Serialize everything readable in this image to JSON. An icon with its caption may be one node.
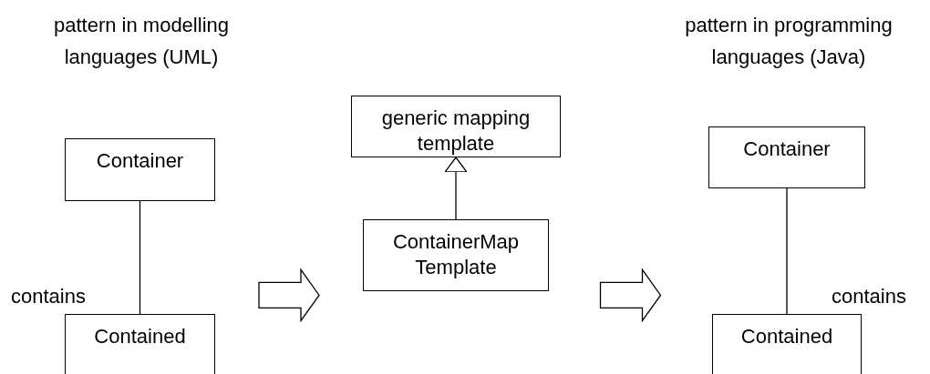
{
  "diagram": {
    "nodes": [
      {
        "text": [
          "Container"
        ]
      },
      {
        "text": [
          "Contained"
        ]
      },
      {
        "text": [
          "generic mapping template"
        ]
      },
      {
        "text": [
          "ContainerMap Template"
        ]
      },
      {
        "text": [
          "Container"
        ]
      },
      {
        "text": [
          "Contained"
        ]
      }
    ],
    "edges": [
      {
        "from": 0,
        "to": 1,
        "arrow": "none",
        "label": "contains"
      },
      {
        "from": 3,
        "to": 2,
        "arrow": "to"
      },
      {
        "from": 4,
        "to": 5,
        "arrow": "none",
        "label": "contains"
      },
      {
        "from": 1,
        "to": 3,
        "arrow": "to",
        "style": "thick"
      },
      {
        "from": 3,
        "to": 5,
        "arrow": "to",
        "style": "thick"
      }
    ],
    "labels": [
      "pattern in modelling languages (UML)",
      "pattern in programming languages (Java)"
    ]
  }
}
